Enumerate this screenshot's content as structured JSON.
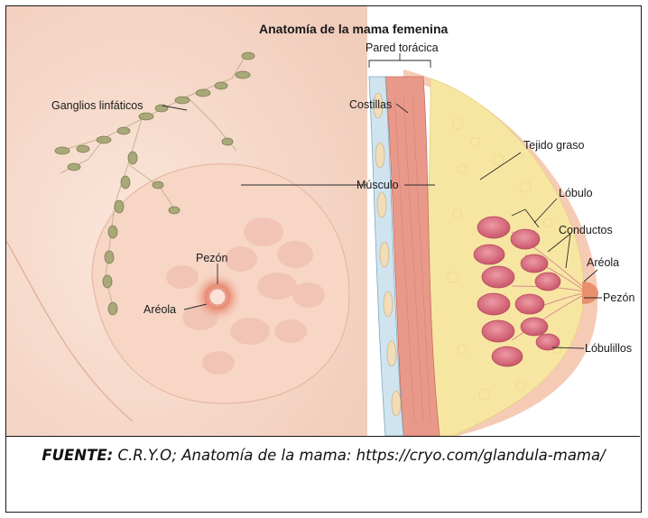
{
  "figure": {
    "title": "Anatomía de la mama femenina",
    "labels": {
      "ganglios": "Ganglios linfáticos",
      "pezon_front": "Pezón",
      "areola_front": "Aréola",
      "pared": "Pared torácica",
      "costillas": "Costillas",
      "musculo": "Músculo",
      "tejido": "Tejido graso",
      "lobulo": "Lóbulo",
      "conductos": "Conductos",
      "areola_side": "Aréola",
      "pezon_side": "Pezón",
      "lobulillos": "Lóbulillos"
    },
    "colors": {
      "skin": "#f6d8c8",
      "muscle": "#e69a86",
      "fat": "#f7e8a8",
      "lobule": "#d9707e"
    }
  },
  "caption": {
    "prefix": "FUENTE:",
    "text": " C.R.Y.O; Anatomía de la mama: https://cryo.com/glandula-mama/"
  }
}
